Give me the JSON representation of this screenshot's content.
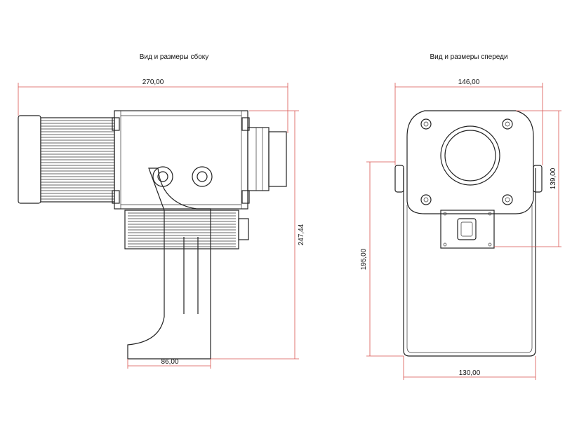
{
  "titles": {
    "side": "Вид и размеры сбоку",
    "front": "Вид и размеры спереди"
  },
  "dimensions": {
    "side_width": "270,00",
    "side_height": "247,44",
    "side_base": "86,00",
    "front_width": "146,00",
    "front_head_height": "139,00",
    "front_total_height": "195,00",
    "front_base": "130,00"
  },
  "colors": {
    "dimension_line": "#d9534f",
    "outline": "#222222"
  }
}
